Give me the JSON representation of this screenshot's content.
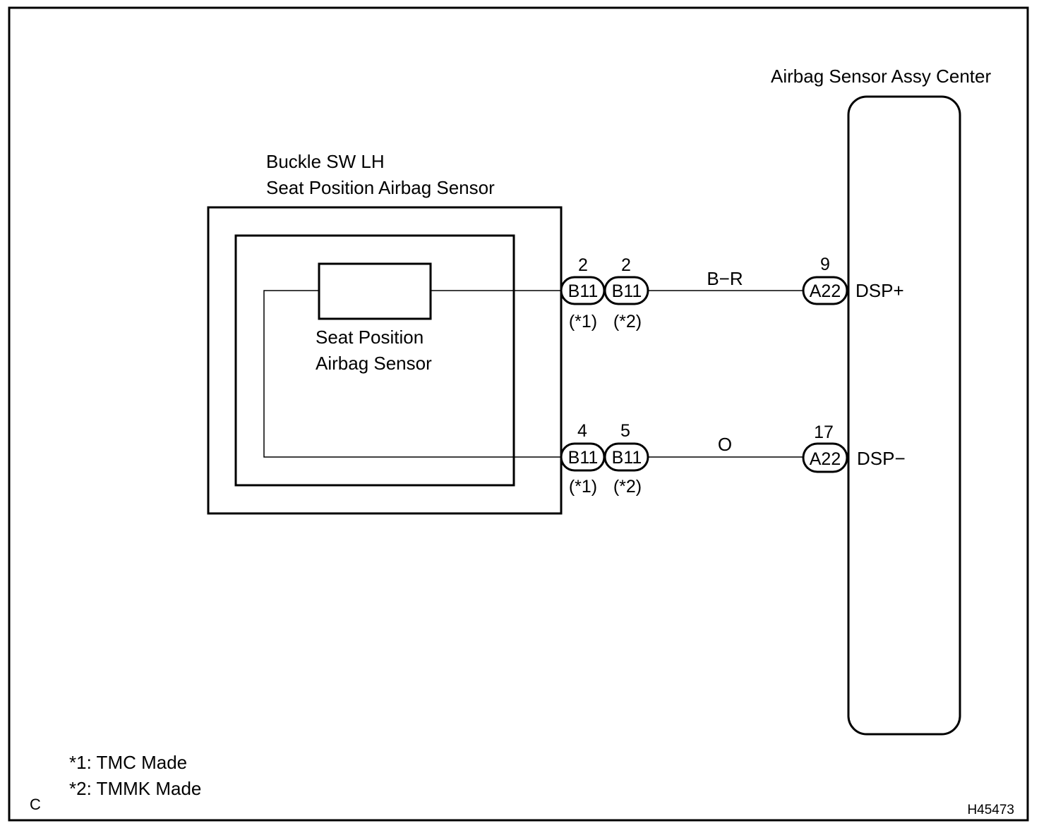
{
  "components": {
    "ecu": {
      "title": "Airbag Sensor Assy Center"
    },
    "buckle": {
      "title_line1": "Buckle SW LH",
      "title_line2": "Seat Position Airbag Sensor"
    },
    "sensor": {
      "label_line1": "Seat Position",
      "label_line2": "Airbag Sensor"
    }
  },
  "circuits": [
    {
      "wire_color": "B−R",
      "signal": "DSP+",
      "connectors": [
        {
          "code": "B11",
          "pin": "2",
          "variant": "(*1)"
        },
        {
          "code": "B11",
          "pin": "2",
          "variant": "(*2)"
        },
        {
          "code": "A22",
          "pin": "9"
        }
      ]
    },
    {
      "wire_color": "O",
      "signal": "DSP−",
      "connectors": [
        {
          "code": "B11",
          "pin": "4",
          "variant": "(*1)"
        },
        {
          "code": "B11",
          "pin": "5",
          "variant": "(*2)"
        },
        {
          "code": "A22",
          "pin": "17"
        }
      ]
    }
  ],
  "notes": [
    "*1: TMC Made",
    "*2: TMMK Made"
  ],
  "corner_letter": "C",
  "figure_id": "H45473"
}
